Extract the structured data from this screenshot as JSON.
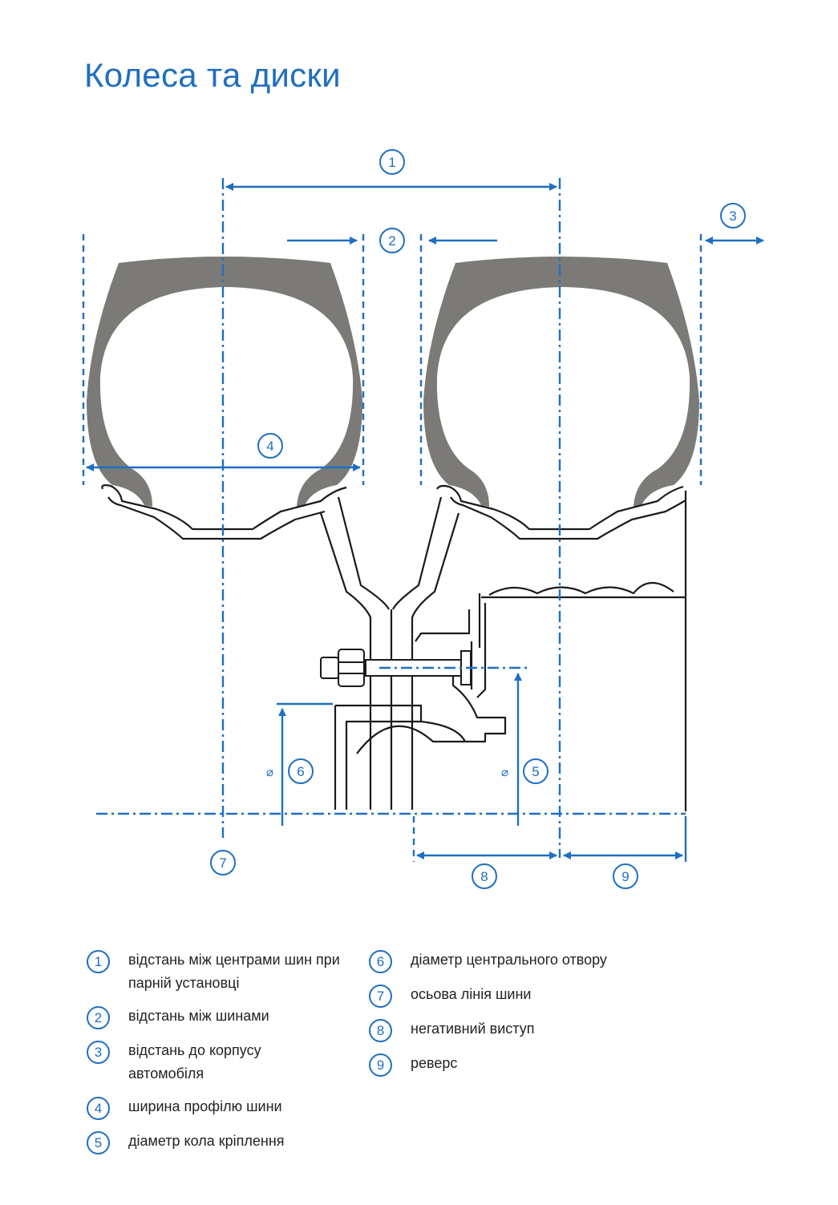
{
  "title": "Колеса та диски",
  "colors": {
    "accent": "#1f6fc1",
    "tire": "#7b7a76",
    "line": "#1a1a1a"
  },
  "diagram": {
    "markers": [
      "1",
      "2",
      "3",
      "4",
      "5",
      "6",
      "7",
      "8",
      "9"
    ],
    "diameter_symbol": "⌀"
  },
  "legend": {
    "left": [
      {
        "number": "1",
        "text": "відстань між центрами шин при парній установці"
      },
      {
        "number": "2",
        "text": "відстань між шинами"
      },
      {
        "number": "3",
        "text": "відстань до корпусу автомобіля"
      },
      {
        "number": "4",
        "text": "ширина профілю шини"
      },
      {
        "number": "5",
        "text": "діаметр кола кріплення"
      }
    ],
    "right": [
      {
        "number": "6",
        "text": "діаметр центрального отвору"
      },
      {
        "number": "7",
        "text": "осьова лінія шини"
      },
      {
        "number": "8",
        "text": "негативний виступ"
      },
      {
        "number": "9",
        "text": "реверс"
      }
    ]
  }
}
